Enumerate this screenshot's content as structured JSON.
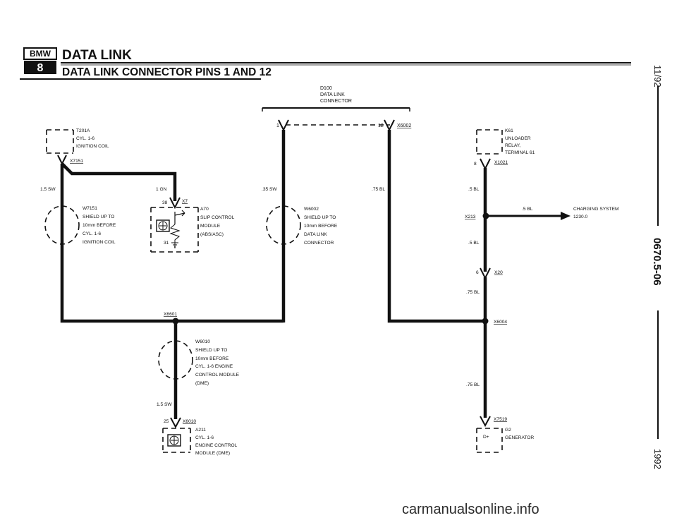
{
  "header": {
    "brand": "BMW",
    "series": "8",
    "title": "DATA LINK",
    "subtitle": "DATA LINK CONNECTOR PINS 1 AND 12"
  },
  "side": {
    "date": "11/92",
    "code": "0670.5-06",
    "year": "1992"
  },
  "diagram": {
    "d100": [
      "D100",
      "DATA LINK",
      "CONNECTOR"
    ],
    "pin_1": "1",
    "pin_12": "12",
    "x6002": "X6002",
    "t201a": [
      "T201A",
      "CYL. 1-6",
      "IGNITION COIL"
    ],
    "x7151": "X7151",
    "wire_15sw_left": "1.5 SW",
    "wire_1gn": "1 GN",
    "wire_35sw": ".35 SW",
    "wire_75bl_mid": ".75 BL",
    "w7151": [
      "W7151",
      "SHIELD UP TO",
      "10mm BEFORE",
      "CYL. 1-6",
      "IGNITION COIL"
    ],
    "a70_pin_38": "38",
    "x7": "X7",
    "a70_pin_31": "31",
    "a70": [
      "A70",
      "SLIP CONTROL",
      "MODULE",
      "(ABS/ASC)"
    ],
    "w6002": [
      "W6002",
      "SHIELD UP TO",
      "10mm BEFORE",
      "DATA LINK",
      "CONNECTOR"
    ],
    "x6601": "X6601",
    "w6010": [
      "W6010",
      "SHIELD UP TO",
      "10mm BEFORE",
      "CYL. 1-6 ENGINE",
      "CONTROL MODULE",
      "(DME)"
    ],
    "wire_15sw_bottom": "1.5 SW",
    "pin_25": "25",
    "x6010": "X6010",
    "a211": [
      "A211",
      "CYL. 1-6",
      "ENGINE CONTROL",
      "MODULE (DME)"
    ],
    "k61": [
      "K61",
      "UNLOADER",
      "RELAY,",
      "TERMINAL 61"
    ],
    "k61_pin_8": "8",
    "x1021": "X1021",
    "wire_5bl_1": ".5 BL",
    "x213": "X213",
    "wire_5bl_branch": ".5 BL",
    "charging": [
      "CHARGING SYSTEM",
      "1230.0"
    ],
    "wire_5bl_2": ".5 BL",
    "pin_6": "6",
    "x20": "X20",
    "wire_75bl_1": ".75 BL",
    "x6004": "X6004",
    "wire_75bl_2": ".75 BL",
    "x7519": "X7519",
    "g2_pin": "D+",
    "g2": [
      "G2",
      "GENERATOR"
    ]
  },
  "watermark": "carmanualsonline.info",
  "icons": {
    "a70_module": "control-module-icon",
    "a211_module": "control-module-icon"
  }
}
